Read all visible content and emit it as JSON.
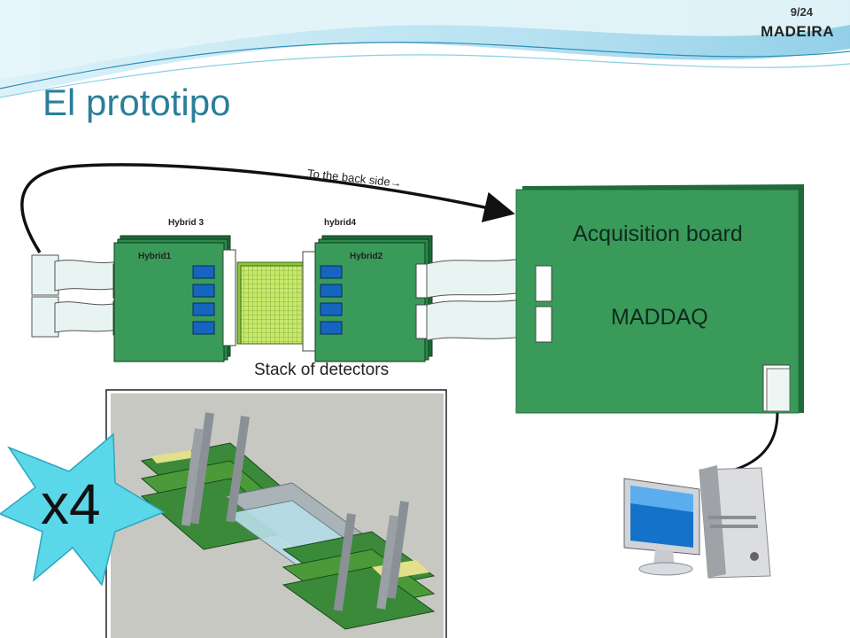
{
  "slide": {
    "page_number": "9/24",
    "brand": "MADEIRA",
    "title": "El prototipo"
  },
  "diagram": {
    "hybrid3_label": "Hybrid 3",
    "hybrid4_label": "hybrid4",
    "hybrid1_label": "Hybrid1",
    "hybrid2_label": "Hybrid2",
    "back_side_label": "To the back side→",
    "acquisition_label": "Acquisition board",
    "maddaq_label": "MADDAQ",
    "stack_label": "Stack of detectors",
    "multiplier_label": "x4"
  },
  "colors": {
    "title": "#2a7f9a",
    "board_green": "#3a9a5a",
    "board_dark": "#1f6b3a",
    "chip_blue": "#1565c0",
    "cable_fill": "#e8f4f2",
    "burst_cyan": "#5ad7e8",
    "render_bg": "#c7c8c2"
  }
}
